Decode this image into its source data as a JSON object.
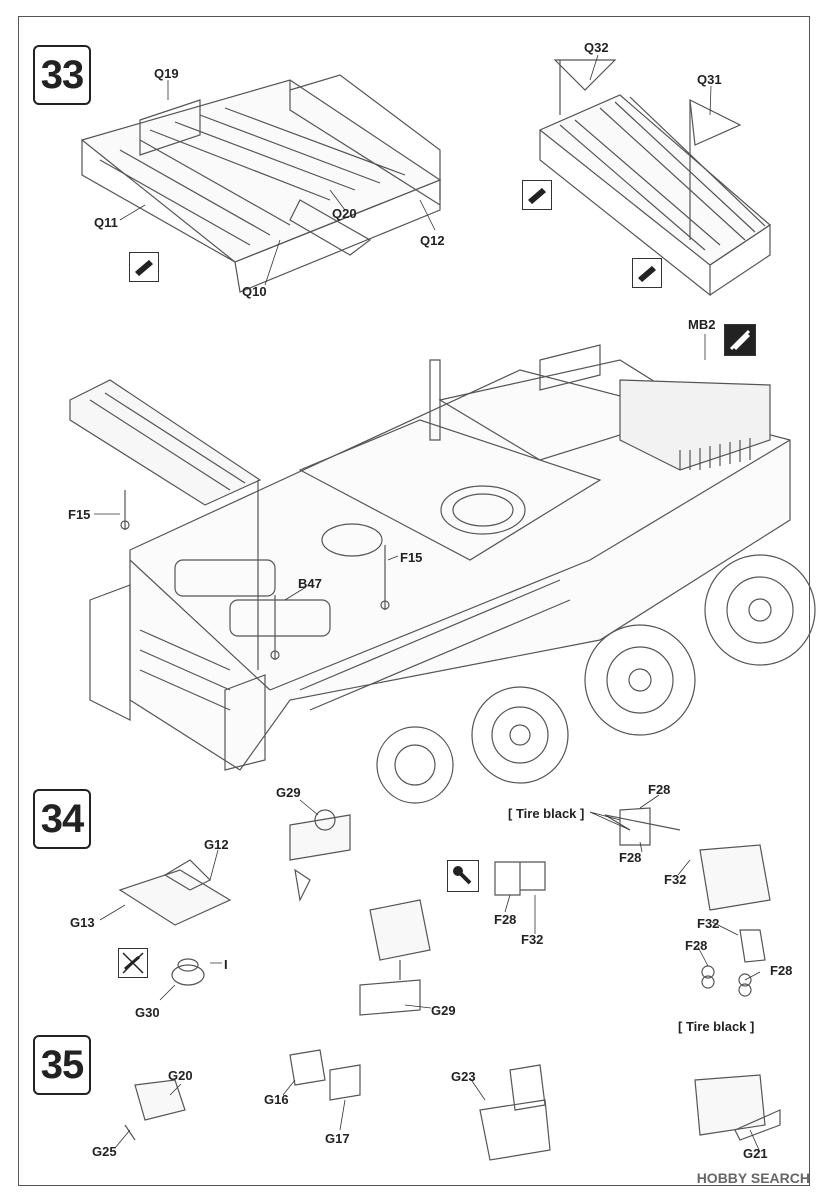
{
  "steps": {
    "s33": "33",
    "s34": "34",
    "s35": "35"
  },
  "labels": {
    "q19": "Q19",
    "q11": "Q11",
    "q20": "Q20",
    "q12": "Q12",
    "q10": "Q10",
    "q32": "Q32",
    "q31": "Q31",
    "mb2": "MB2",
    "f15a": "F15",
    "f15b": "F15",
    "b47": "B47",
    "g29a": "G29",
    "g12": "G12",
    "g13": "G13",
    "i": "I",
    "g30": "G30",
    "g29b": "G29",
    "f28a": "F28",
    "f28b": "F28",
    "f32a": "F32",
    "f28c": "F28",
    "f32b": "F32",
    "f32c": "F32",
    "f28d": "F28",
    "f28e": "F28",
    "g20": "G20",
    "g16": "G16",
    "g17": "G17",
    "g25": "G25",
    "g23": "G23",
    "g21": "G21"
  },
  "notes": {
    "tire_black_1": "[ Tire black ]",
    "tire_black_2": "[ Tire black ]"
  },
  "watermark": "HOBBY SEARCH",
  "icons": [
    "glue-icon",
    "cement-icon",
    "no-glue-icon",
    "paint-icon"
  ]
}
